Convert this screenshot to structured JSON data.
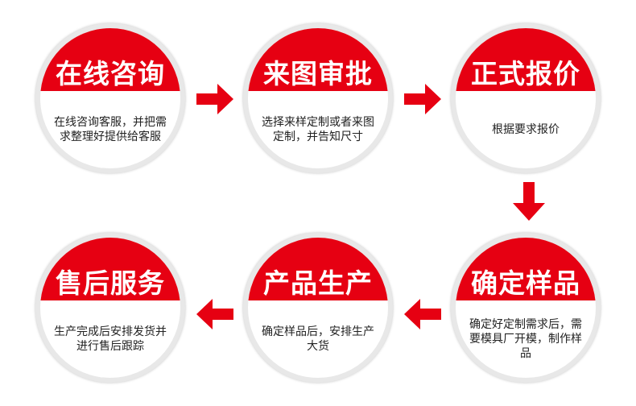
{
  "colors": {
    "accent": "#e60012",
    "text": "#222222",
    "ring": "#e8e8e8"
  },
  "steps": [
    {
      "title": "在线咨询",
      "desc": "在线咨询客服，并把需求整理好提供给客服"
    },
    {
      "title": "来图审批",
      "desc": "选择来样定制或者来图定制，并告知尺寸"
    },
    {
      "title": "正式报价",
      "desc": "根据要求报价"
    },
    {
      "title": "确定样品",
      "desc": "确定好定制需求后，需要模具厂开模，制作样品"
    },
    {
      "title": "产品生产",
      "desc": "确定样品后，安排生产大货"
    },
    {
      "title": "售后服务",
      "desc": "生产完成后安排发货并进行售后跟踪"
    }
  ],
  "arrows": [
    "right",
    "right",
    "down",
    "left",
    "left"
  ]
}
